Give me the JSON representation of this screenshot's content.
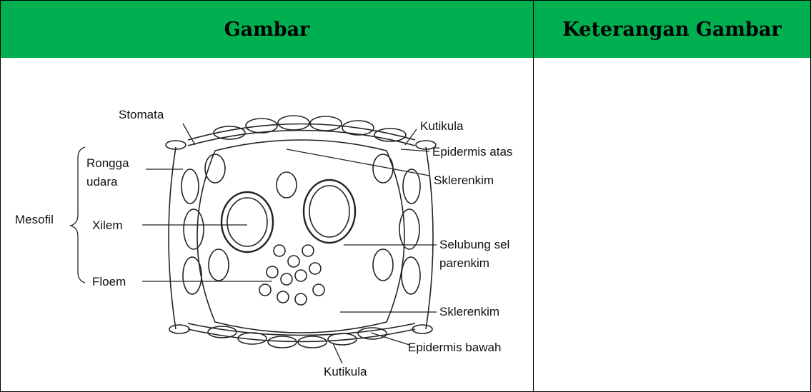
{
  "table": {
    "headers": [
      "Gambar",
      "Keterangan Gambar"
    ],
    "description_cell": ""
  },
  "diagram": {
    "labels": {
      "stomata": "Stomata",
      "kutikula_top": "Kutikula",
      "epidermis_atas": "Epidermis atas",
      "rongga_udara_1": "Rongga",
      "rongga_udara_2": "udara",
      "sklerenkim_top": "Sklerenkim",
      "mesofil": "Mesofil",
      "xilem": "Xilem",
      "selubung_1": "Selubung sel",
      "selubung_2": "parenkim",
      "floem": "Floem",
      "sklerenkim_bottom": "Sklerenkim",
      "epidermis_bawah": "Epidermis bawah",
      "kutikula_bottom": "Kutikula"
    },
    "colors": {
      "header_bg": "#00b050"
    }
  }
}
